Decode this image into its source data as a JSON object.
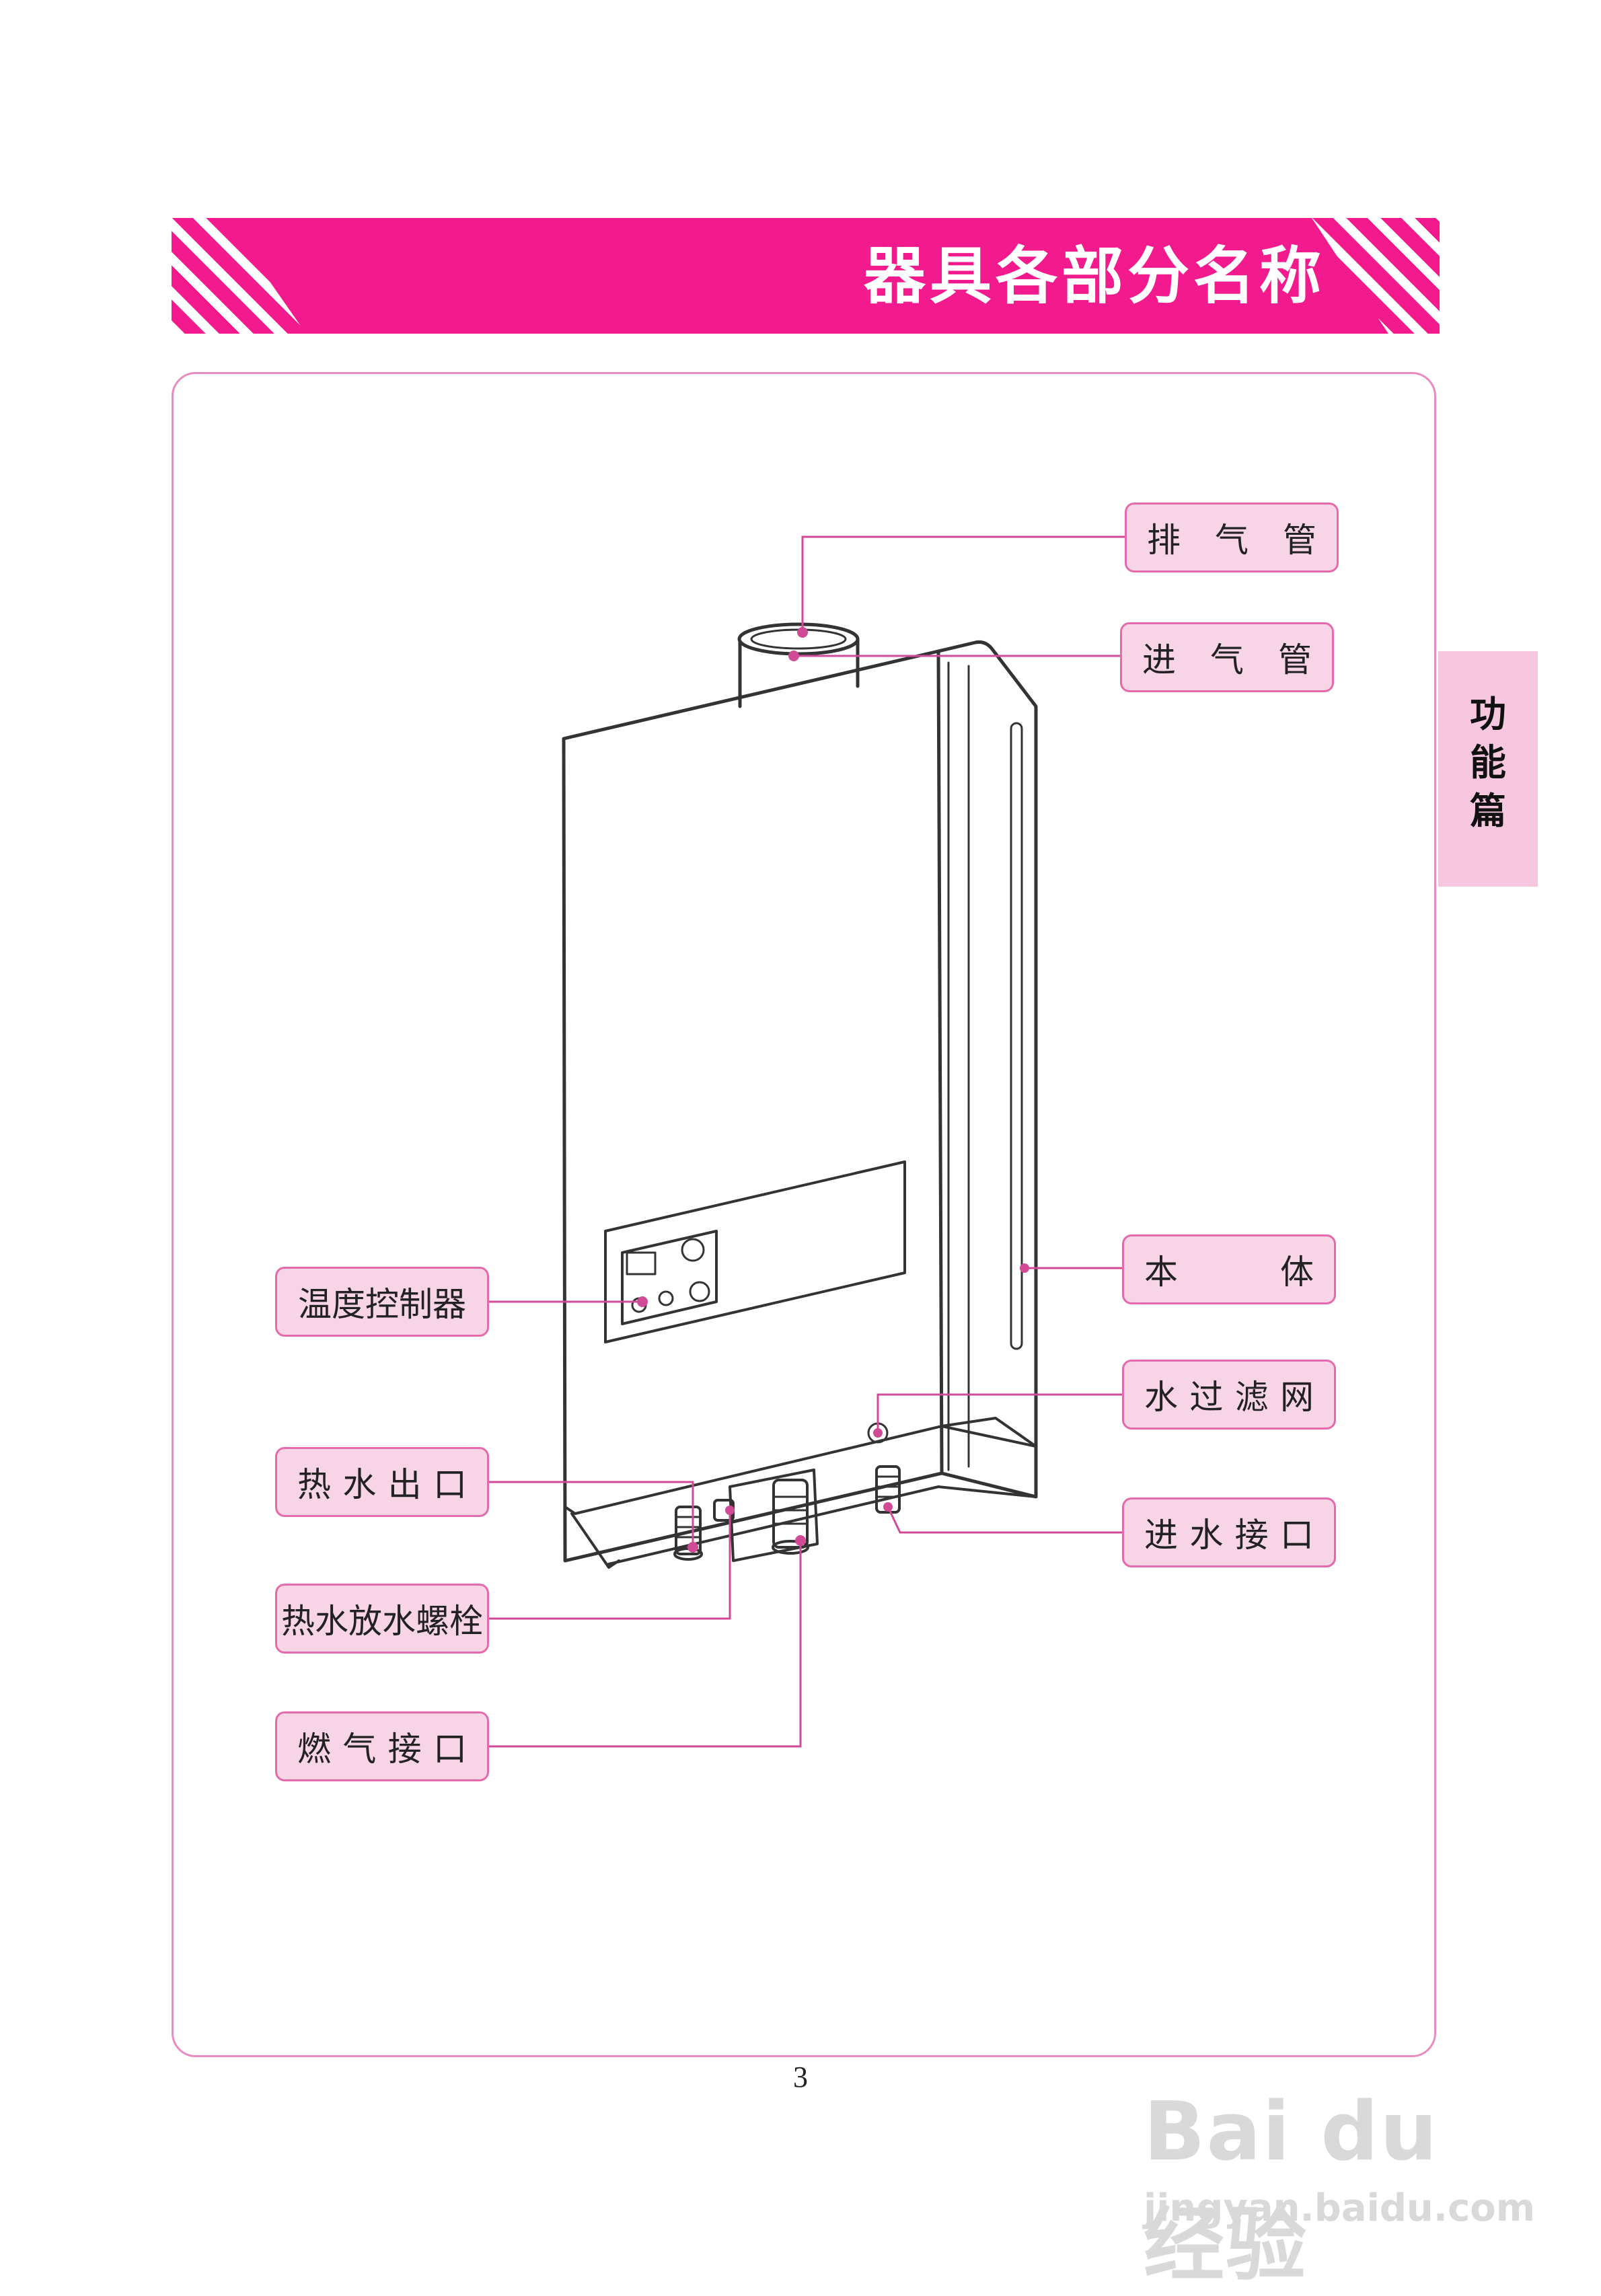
{
  "header": {
    "title": "器具各部分名称"
  },
  "side_tab": {
    "chars": [
      "功",
      "能",
      "篇"
    ]
  },
  "labels": {
    "exhaust_pipe": [
      "排",
      "气",
      "管"
    ],
    "intake_pipe": [
      "进",
      "气",
      "管"
    ],
    "body": [
      "本",
      "体"
    ],
    "water_filter": [
      "水",
      "过",
      "滤",
      "网"
    ],
    "water_inlet": [
      "进",
      "水",
      "接",
      "口"
    ],
    "temperature_controller": "温度控制器",
    "hot_water_outlet": [
      "热",
      "水",
      "出",
      "口"
    ],
    "drain_bolt": "热水放水螺栓",
    "gas_inlet": [
      "燃",
      "气",
      "接",
      "口"
    ]
  },
  "page_number": "3",
  "watermark": {
    "logo": "Bai du 经验",
    "url": "jingyan.baidu.com"
  },
  "colors": {
    "accent": "#f21a8c",
    "label_fill": "#f7d4e6",
    "label_border": "#e46aab",
    "leader": "#d14a96"
  }
}
